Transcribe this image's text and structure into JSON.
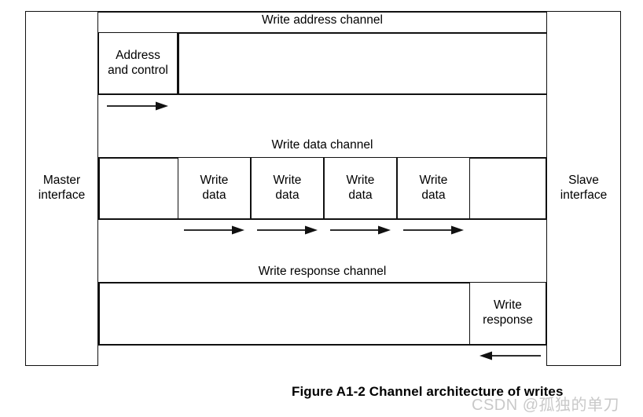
{
  "figure": {
    "caption": "Figure A1-2 Channel architecture of writes",
    "watermark": "CSDN @孤独的单刀",
    "line_color": "#111111",
    "background": "#ffffff",
    "text_color": "#000000",
    "watermark_color": "#c9c9c9"
  },
  "endpoints": {
    "master": {
      "line1": "Master",
      "line2": "interface"
    },
    "slave": {
      "line1": "Slave",
      "line2": "interface"
    }
  },
  "channels": [
    {
      "id": "write-address-channel",
      "label": "Write address channel",
      "direction": "master-to-slave",
      "payloads": [
        {
          "id": "address-and-control",
          "line1": "Address",
          "line2": "and control"
        }
      ],
      "arrows": 1
    },
    {
      "id": "write-data-channel",
      "label": "Write data channel",
      "direction": "master-to-slave",
      "payloads": [
        {
          "id": "write-data-1",
          "line1": "Write",
          "line2": "data"
        },
        {
          "id": "write-data-2",
          "line1": "Write",
          "line2": "data"
        },
        {
          "id": "write-data-3",
          "line1": "Write",
          "line2": "data"
        },
        {
          "id": "write-data-4",
          "line1": "Write",
          "line2": "data"
        }
      ],
      "arrows": 4
    },
    {
      "id": "write-response-channel",
      "label": "Write response channel",
      "direction": "slave-to-master",
      "payloads": [
        {
          "id": "write-response",
          "line1": "Write",
          "line2": "response"
        }
      ],
      "arrows": 1
    }
  ]
}
